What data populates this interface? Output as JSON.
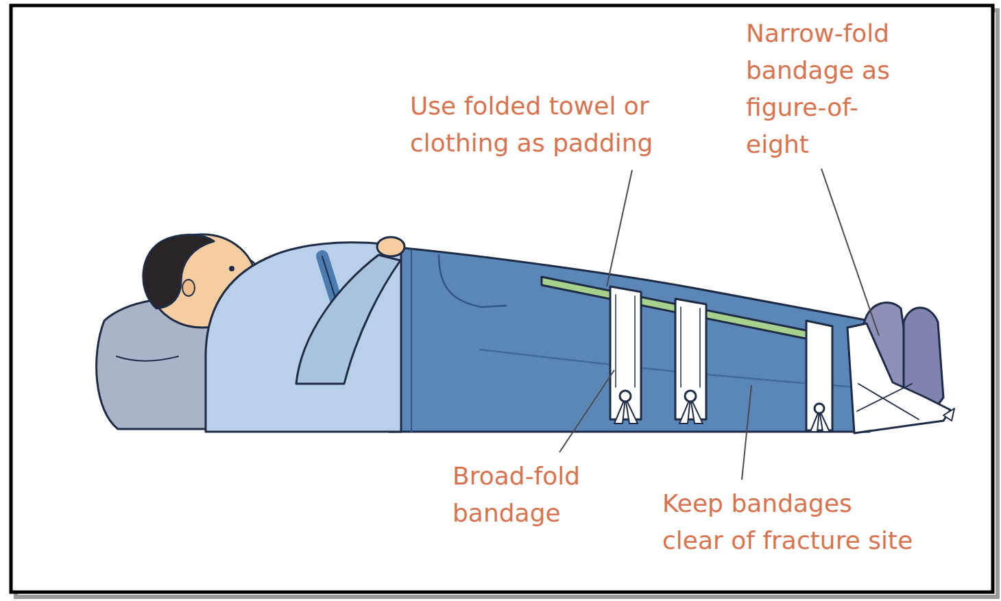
{
  "diagram": {
    "labels": [
      "Use folded towel or clothing as padding",
      "Narrow-fold bandage as figure-of-eight",
      "Broad-fold bandage",
      "Keep bandages clear of fracture site"
    ]
  }
}
